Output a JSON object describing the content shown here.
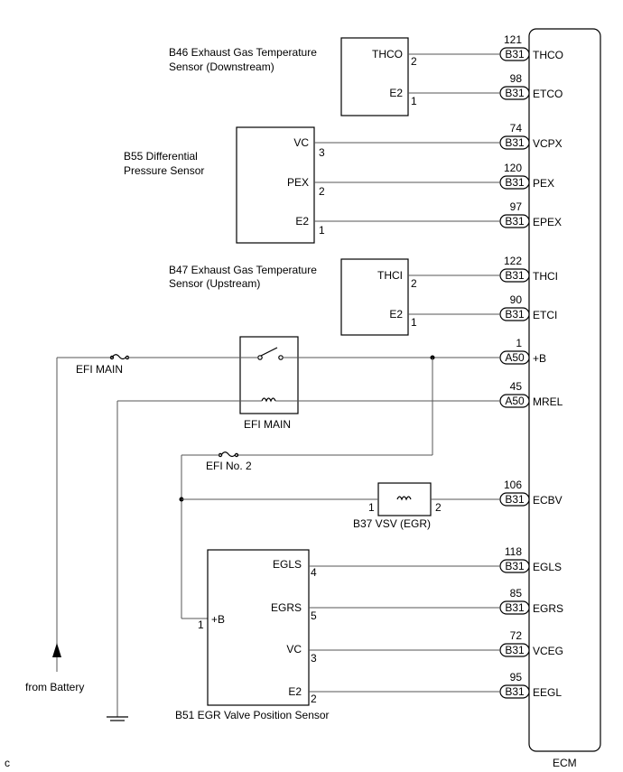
{
  "ecm_label": "ECM",
  "sensors": {
    "b46": {
      "title1": "B46 Exhaust Gas Temperature",
      "title2": "Sensor (Downstream)",
      "p1": "THCO",
      "p2": "E2",
      "n1": "2",
      "n2": "1"
    },
    "b55": {
      "title1": "B55 Differential",
      "title2": "Pressure Sensor",
      "p1": "VC",
      "p2": "PEX",
      "p3": "E2",
      "n1": "3",
      "n2": "2",
      "n3": "1"
    },
    "b47": {
      "title1": "B47 Exhaust Gas Temperature",
      "title2": "Sensor (Upstream)",
      "p1": "THCI",
      "p2": "E2",
      "n1": "2",
      "n2": "1"
    },
    "b51": {
      "title": "B51 EGR Valve Position Sensor",
      "p1": "EGLS",
      "p2": "EGRS",
      "p3": "VC",
      "p4": "E2",
      "pb": "+B",
      "n1": "4",
      "n2": "5",
      "n3": "3",
      "n4": "2",
      "nb": "1"
    },
    "b37": {
      "title": "B37 VSV (EGR)",
      "n_left": "1",
      "n_right": "2"
    }
  },
  "relay_label": "EFI MAIN",
  "fuses": {
    "efi_main": "EFI MAIN",
    "efi_no2": "EFI No. 2"
  },
  "battery_label": "from Battery",
  "corner_mark": "c",
  "ecm_pins": [
    {
      "num": "121",
      "conn": "B31",
      "name": "THCO"
    },
    {
      "num": "98",
      "conn": "B31",
      "name": "ETCO"
    },
    {
      "num": "74",
      "conn": "B31",
      "name": "VCPX"
    },
    {
      "num": "120",
      "conn": "B31",
      "name": "PEX"
    },
    {
      "num": "97",
      "conn": "B31",
      "name": "EPEX"
    },
    {
      "num": "122",
      "conn": "B31",
      "name": "THCI"
    },
    {
      "num": "90",
      "conn": "B31",
      "name": "ETCI"
    },
    {
      "num": "1",
      "conn": "A50",
      "name": "+B"
    },
    {
      "num": "45",
      "conn": "A50",
      "name": "MREL"
    },
    {
      "num": "106",
      "conn": "B31",
      "name": "ECBV"
    },
    {
      "num": "118",
      "conn": "B31",
      "name": "EGLS"
    },
    {
      "num": "85",
      "conn": "B31",
      "name": "EGRS"
    },
    {
      "num": "72",
      "conn": "B31",
      "name": "VCEG"
    },
    {
      "num": "95",
      "conn": "B31",
      "name": "EEGL"
    }
  ]
}
